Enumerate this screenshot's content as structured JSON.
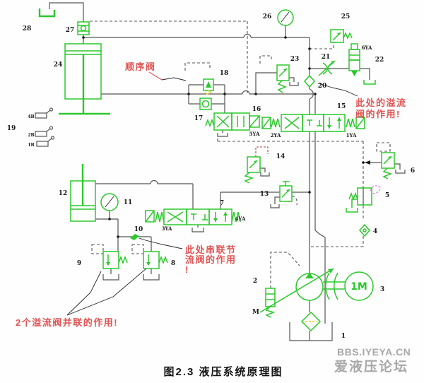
{
  "figure": {
    "caption": "图2.3 液压系统原理图"
  },
  "watermark": {
    "line1": "BBS.IYEYA.CN",
    "line2": "爱液压论坛"
  },
  "annotations": {
    "sequence_valve": "顺序阀",
    "relief_here_l1": "此处的溢流",
    "relief_here_l2": "阀的作用!",
    "series_throttle_l1": "此处串联节",
    "series_throttle_l2": "流阀的作用",
    "series_throttle_l3": "!",
    "parallel_relief": "2个溢流阀并联的作用!"
  },
  "labels": {
    "n1": "1",
    "n2": "2",
    "n3": "3",
    "n4": "4",
    "n5": "5",
    "n6": "6",
    "n7": "7",
    "n8": "8",
    "n9": "9",
    "n10": "10",
    "n11": "11",
    "n12": "12",
    "n13": "13",
    "n14": "14",
    "n15": "15",
    "n16": "16",
    "n17": "17",
    "n18": "18",
    "n19": "19",
    "n20": "20",
    "n21": "21",
    "n22": "22",
    "n23": "23",
    "n24": "24",
    "n25": "25",
    "n26": "26",
    "n27": "27",
    "n28": "28",
    "motor": "1M",
    "m": "M",
    "ya1": "1YA",
    "ya2": "2YA",
    "ya3": "3YA",
    "ya4": "4YA",
    "ya5": "5YA",
    "ya6": "6YA",
    "sw_a": "4B",
    "sw_b": "2B",
    "sw_c": "1B"
  },
  "colors": {
    "schematic_green": "#2bc82b",
    "line_gray": "#555555",
    "label_black": "#1a1a1a",
    "annotation_red": "#e05454",
    "highlight_yellow": "#e8d93a",
    "pilot_magenta": "#e07ae0",
    "pilot_maroon": "#a04848",
    "watermark_gray": "#a8a8a8",
    "background": "#fefefe"
  }
}
